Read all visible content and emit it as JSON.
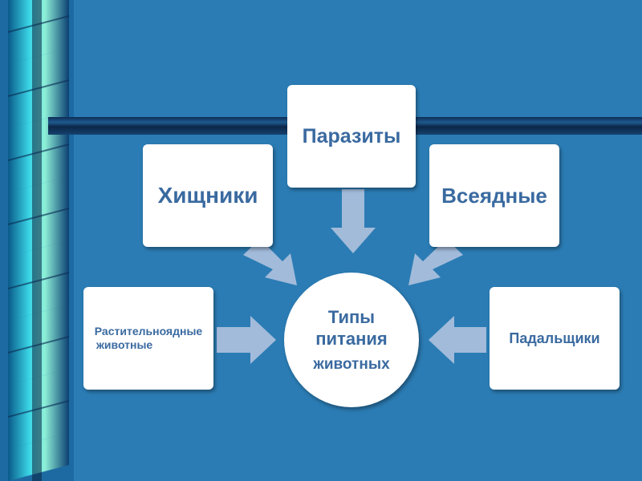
{
  "center": {
    "line1": "Типы",
    "line2": "питания",
    "line3": "животных"
  },
  "nodes": {
    "predators": "Хищники",
    "parasites": "Паразиты",
    "omnivores": "Всеядные",
    "herbivores_line1": "Растительноядные",
    "herbivores_line2": "животные",
    "scavengers": "Падальщики"
  },
  "colors": {
    "background": "#2b7cb4",
    "box": "#ffffff",
    "text": "#3a6aa0",
    "arrow": "#a9bfdc"
  }
}
